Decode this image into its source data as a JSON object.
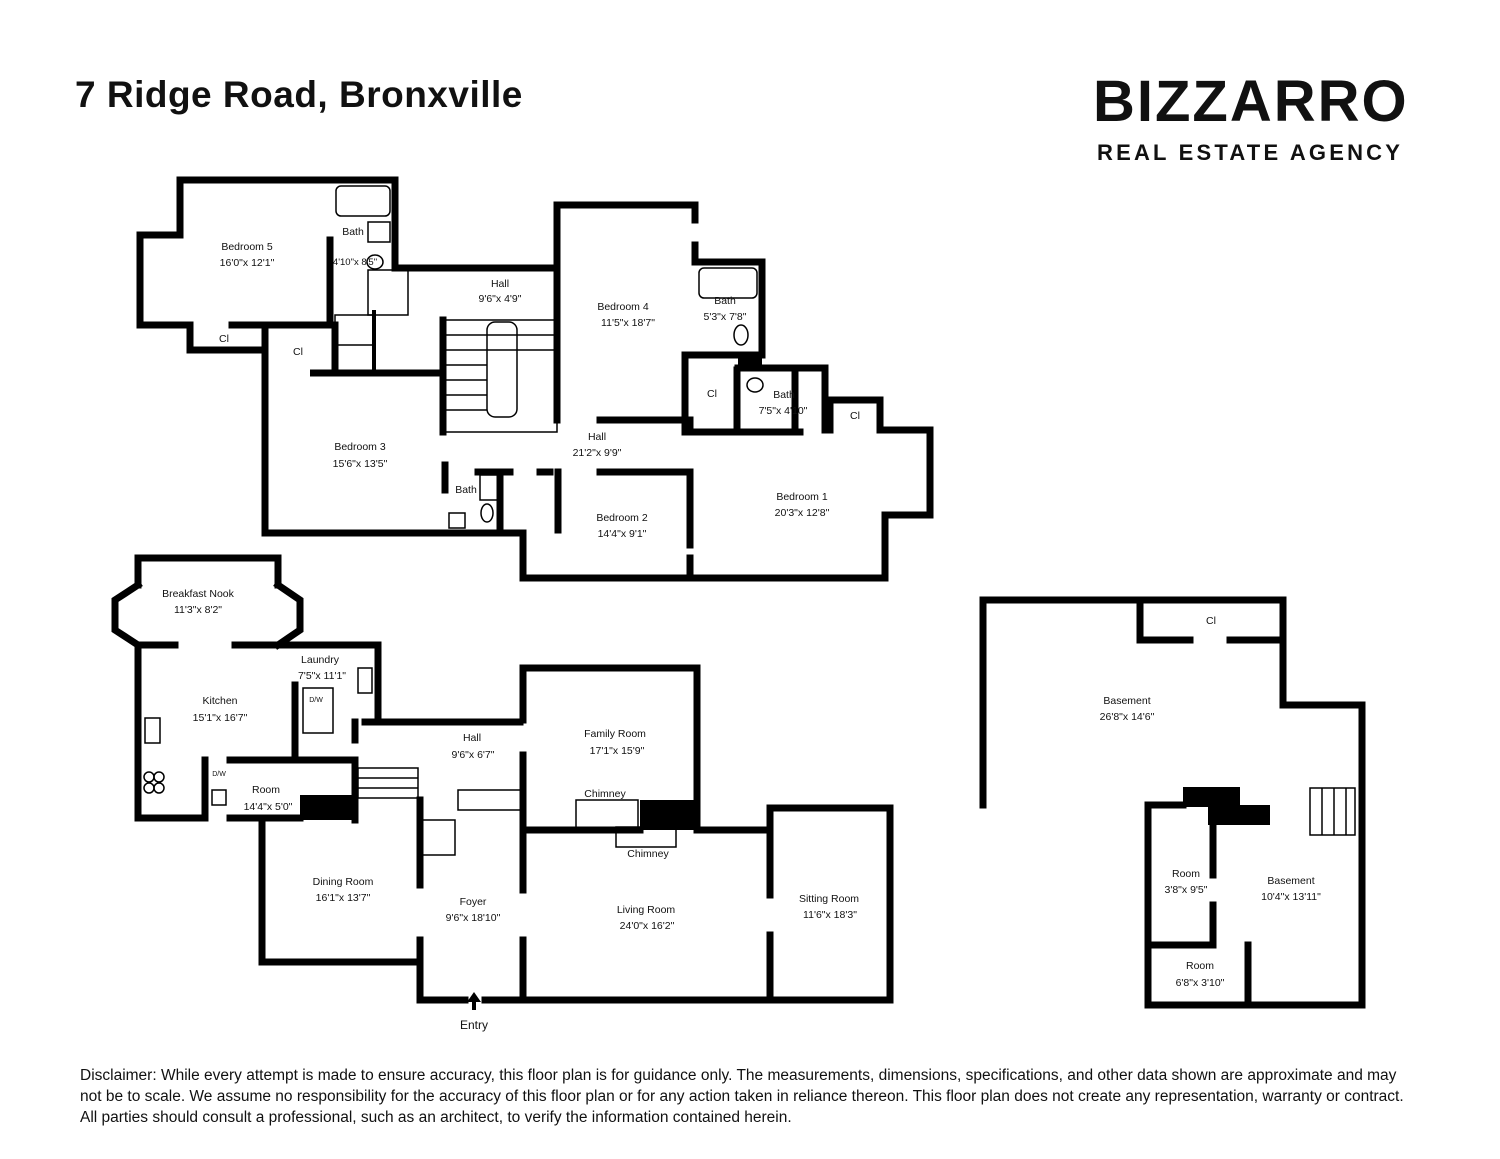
{
  "header": {
    "title": "7 Ridge Road, Bronxville",
    "brand": "BIZZARRO",
    "brand_sub": "REAL ESTATE AGENCY"
  },
  "upper_floor": {
    "rooms": [
      {
        "name": "Bedroom 5",
        "dim": "16'0\"x 12'1\""
      },
      {
        "name": "Bath",
        "dim": "4'10\"x 8'5\""
      },
      {
        "name": "Hall",
        "dim": "9'6\"x 4'9\""
      },
      {
        "name": "Bedroom 4",
        "dim": "11'5\"x 18'7\""
      },
      {
        "name": "Bath",
        "dim": "5'3\"x 7'8\""
      },
      {
        "name": "Bath",
        "dim": "7'5\"x 4'10\""
      },
      {
        "name": "Bedroom 3",
        "dim": "15'6\"x 13'5\""
      },
      {
        "name": "Hall",
        "dim": "21'2\"x 9'9\""
      },
      {
        "name": "Bedroom 2",
        "dim": "14'4\"x 9'1\""
      },
      {
        "name": "Bedroom 1",
        "dim": "20'3\"x 12'8\""
      },
      {
        "name": "Bath",
        "dim": ""
      }
    ],
    "closets": [
      "Cl",
      "Cl",
      "Cl",
      "Cl"
    ]
  },
  "main_floor": {
    "rooms": [
      {
        "name": "Breakfast Nook",
        "dim": "11'3\"x 8'2\""
      },
      {
        "name": "Laundry",
        "dim": "7'5\"x 11'1\""
      },
      {
        "name": "Kitchen",
        "dim": "15'1\"x 16'7\""
      },
      {
        "name": "Hall",
        "dim": "9'6\"x 6'7\""
      },
      {
        "name": "Family Room",
        "dim": "17'1\"x 15'9\""
      },
      {
        "name": "Room",
        "dim": "14'4\"x 5'0\""
      },
      {
        "name": "Dining Room",
        "dim": "16'1\"x 13'7\""
      },
      {
        "name": "Foyer",
        "dim": "9'6\"x 18'10\""
      },
      {
        "name": "Living Room",
        "dim": "24'0\"x 16'2\""
      },
      {
        "name": "Sitting Room",
        "dim": "11'6\"x 18'3\""
      }
    ],
    "chimney": "Chimney",
    "dw": "D/W",
    "entry": "Entry"
  },
  "basement": {
    "rooms": [
      {
        "name": "Basement",
        "dim": "26'8\"x 14'6\""
      },
      {
        "name": "Room",
        "dim": "3'8\"x 9'5\""
      },
      {
        "name": "Basement",
        "dim": "10'4\"x 13'11\""
      },
      {
        "name": "Room",
        "dim": "6'8\"x 3'10\""
      }
    ],
    "closet": "Cl"
  },
  "disclaimer": "Disclaimer: While every attempt is made to ensure accuracy, this floor plan is for guidance only. The measurements, dimensions, specifications, and other data shown are approximate and may not be to scale. We assume no responsibility for the accuracy of this floor plan or for any action taken in reliance thereon. This floor plan does not create any representation, warranty or contract. All parties should consult a professional, such as an architect, to verify the information contained herein."
}
